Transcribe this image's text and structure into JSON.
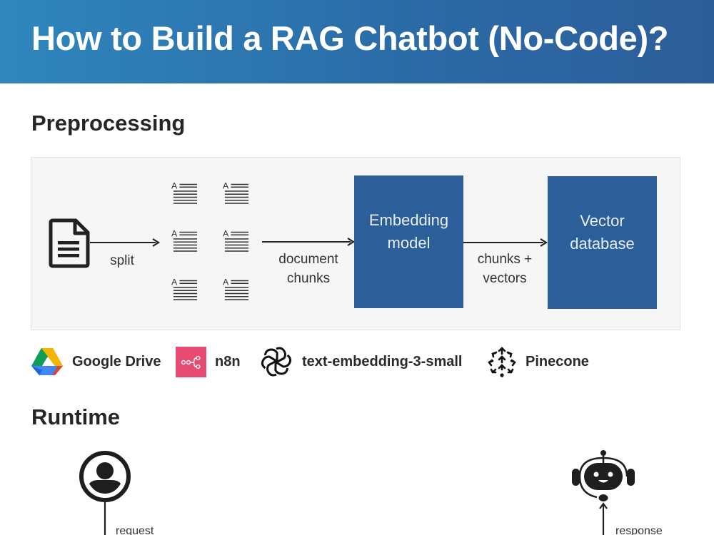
{
  "header": {
    "title": "How to Build a RAG Chatbot (No-Code)?"
  },
  "colors": {
    "header_gradient_start": "#2f86bd",
    "header_gradient_end": "#2d5d98",
    "box_fill": "#2c5f9a",
    "panel_bg": "#f6f6f6",
    "n8n_pink": "#e84b72"
  },
  "preprocessing": {
    "title": "Preprocessing",
    "nodes": [
      {
        "id": "document",
        "icon": "document-icon"
      },
      {
        "id": "chunks",
        "icon": "text-chunk-icon",
        "count": 6
      },
      {
        "id": "embedding",
        "label_line1": "Embedding",
        "label_line2": "model"
      },
      {
        "id": "vector_db",
        "label_line1": "Vector",
        "label_line2": "database"
      }
    ],
    "edges": [
      {
        "from": "document",
        "to": "chunks",
        "label": "split"
      },
      {
        "from": "chunks",
        "to": "embedding",
        "label_line1": "document",
        "label_line2": "chunks"
      },
      {
        "from": "embedding",
        "to": "vector_db",
        "label_line1": "chunks +",
        "label_line2": "vectors"
      }
    ],
    "tools": [
      {
        "name": "Google Drive",
        "icon": "google-drive-icon"
      },
      {
        "name": "n8n",
        "icon": "n8n-icon"
      },
      {
        "name": "text-embedding-3-small",
        "icon": "openai-icon"
      },
      {
        "name": "Pinecone",
        "icon": "pinecone-icon"
      }
    ]
  },
  "runtime": {
    "title": "Runtime",
    "user_icon": "user-icon",
    "bot_icon": "chatbot-icon",
    "request_label": "request",
    "response_label": "response"
  }
}
